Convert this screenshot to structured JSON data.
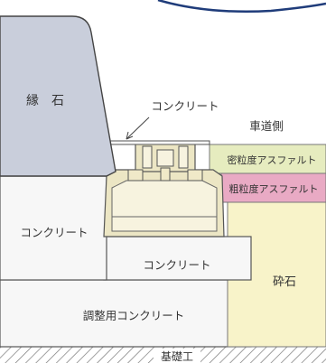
{
  "labels": {
    "curb_stone": "縁　石",
    "concrete_callout": "コンクリート",
    "roadway_side": "車道側",
    "dense_asphalt": "密粒度アスファルト",
    "coarse_asphalt": "粗粒度アスファルト",
    "concrete_left": "コンクリート",
    "concrete_middle": "コンクリート",
    "crushed_stone": "砕石",
    "leveling_concrete": "調整用コンクリート",
    "foundation_work": "基礎工"
  },
  "colors": {
    "curb_stone": "#c9cedb",
    "dense_asphalt": "#e6ecbf",
    "coarse_asphalt": "#e9aac4",
    "crushed_stone": "#f8f3c9",
    "concrete": "#f7f7f7",
    "channel": "#ece6c4",
    "outline": "#555555",
    "top_line": "#1f3c7a"
  }
}
